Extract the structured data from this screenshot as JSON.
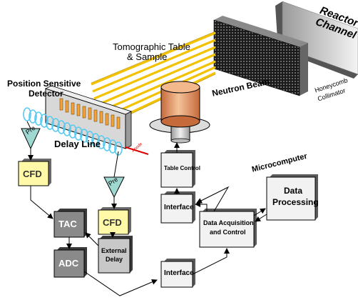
{
  "labels": {
    "reactor_line1": "Reactor",
    "reactor_line2": "Channel",
    "tomo_line1": "Tomographic Table",
    "tomo_line2": "& Sample",
    "psd_line1": "Position Sensitive",
    "psd_line2": "Detector",
    "neutron_beam": "Neutron Beam",
    "honeycomb_line1": "Honeycomb",
    "honeycomb_line2": "Collimator",
    "delay_line": "Delay Line",
    "anode": "Anode",
    "pre_left": "Pre",
    "pre_right": "Pre",
    "cfd_left": "CFD",
    "cfd_right": "CFD",
    "tac": "TAC",
    "adc": "ADC",
    "external_delay_line1": "External",
    "external_delay_line2": "Delay",
    "table_control": "Table Control",
    "interface_top": "Interface",
    "interface_bottom": "Interface",
    "daq_line1": "Data Acquisition",
    "daq_line2": "and Control",
    "microcomputer": "Microcomputer",
    "dp_line1": "Data",
    "dp_line2": "Processing"
  },
  "colors": {
    "beam": "#f2c200",
    "cfd_fill": "#fff9a8",
    "pre_fill": "#9fd8d0",
    "box_fill": "#f2f2f2",
    "dark_box": "#8a8a8a",
    "cylinder": "#e8a070",
    "delay_coil": "#55c8f0",
    "anode": "#e00000"
  }
}
